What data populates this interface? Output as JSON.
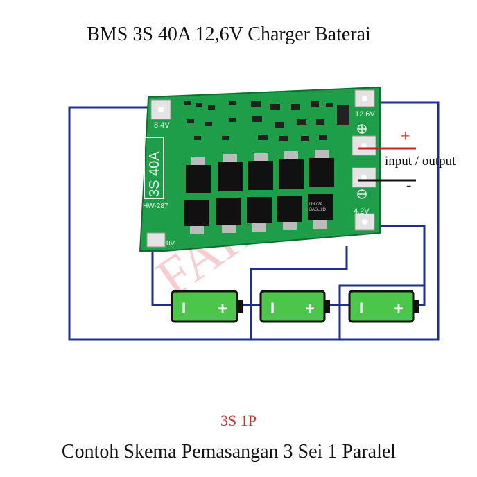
{
  "title": "BMS 3S 40A 12,6V Charger Baterai",
  "pcb": {
    "model_label": "3S 40A",
    "board_code": "HW-287",
    "pad_8_4v": "8.4V",
    "pad_12_6v": "12.6V",
    "pad_4_2v": "4.2V",
    "pad_0v": "0V",
    "mosfet_text_top": "BASU2D",
    "mosfet_text_bottom": "DR72A"
  },
  "io": {
    "label": "input / output",
    "plus": "+",
    "minus": "-"
  },
  "batteries": [
    {
      "neg": "I",
      "pos": "+"
    },
    {
      "neg": "I",
      "pos": "+"
    },
    {
      "neg": "I",
      "pos": "+"
    }
  ],
  "watermark": "FAHILA",
  "config": "3S 1P",
  "caption": "Contoh Skema Pemasangan 3 Sei 1 Paralel",
  "colors": {
    "wire": "#1f2f8f",
    "pcb": "#1f9e4a",
    "battery": "#4cc64a",
    "accent_red": "#d01f1f"
  }
}
